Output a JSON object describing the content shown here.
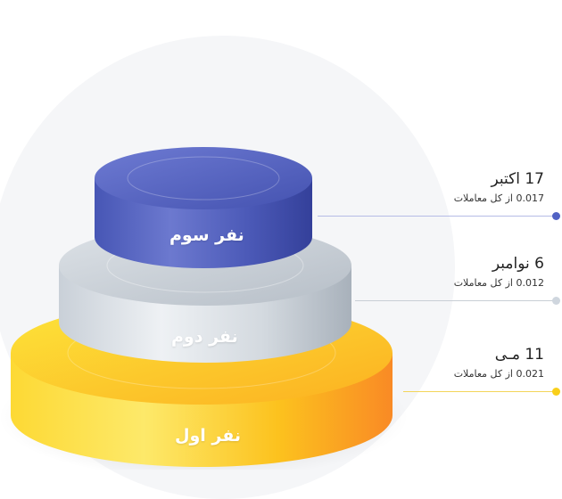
{
  "podium": {
    "first": {
      "label": "نفر اول",
      "color_light": "#fde84d",
      "color_dark": "#fb8d27"
    },
    "second": {
      "label": "نفر دوم",
      "color_light": "#e9edf1",
      "color_dark": "#aeb7c0"
    },
    "third": {
      "label": "نفر سوم",
      "color_light": "#7d8ad8",
      "color_dark": "#3a47a3"
    }
  },
  "entries": [
    {
      "id": "third",
      "date": "17 اکتبر",
      "share": "0.017 از کل معاملات",
      "dot_color": "#5162c4"
    },
    {
      "id": "second",
      "date": "6 نوامبر",
      "share": "0.012 از کل معاملات",
      "dot_color": "#cfd6de"
    },
    {
      "id": "first",
      "date": "11 مـی",
      "share": "0.021 از کل معاملات",
      "dot_color": "#f9cf1a"
    }
  ]
}
